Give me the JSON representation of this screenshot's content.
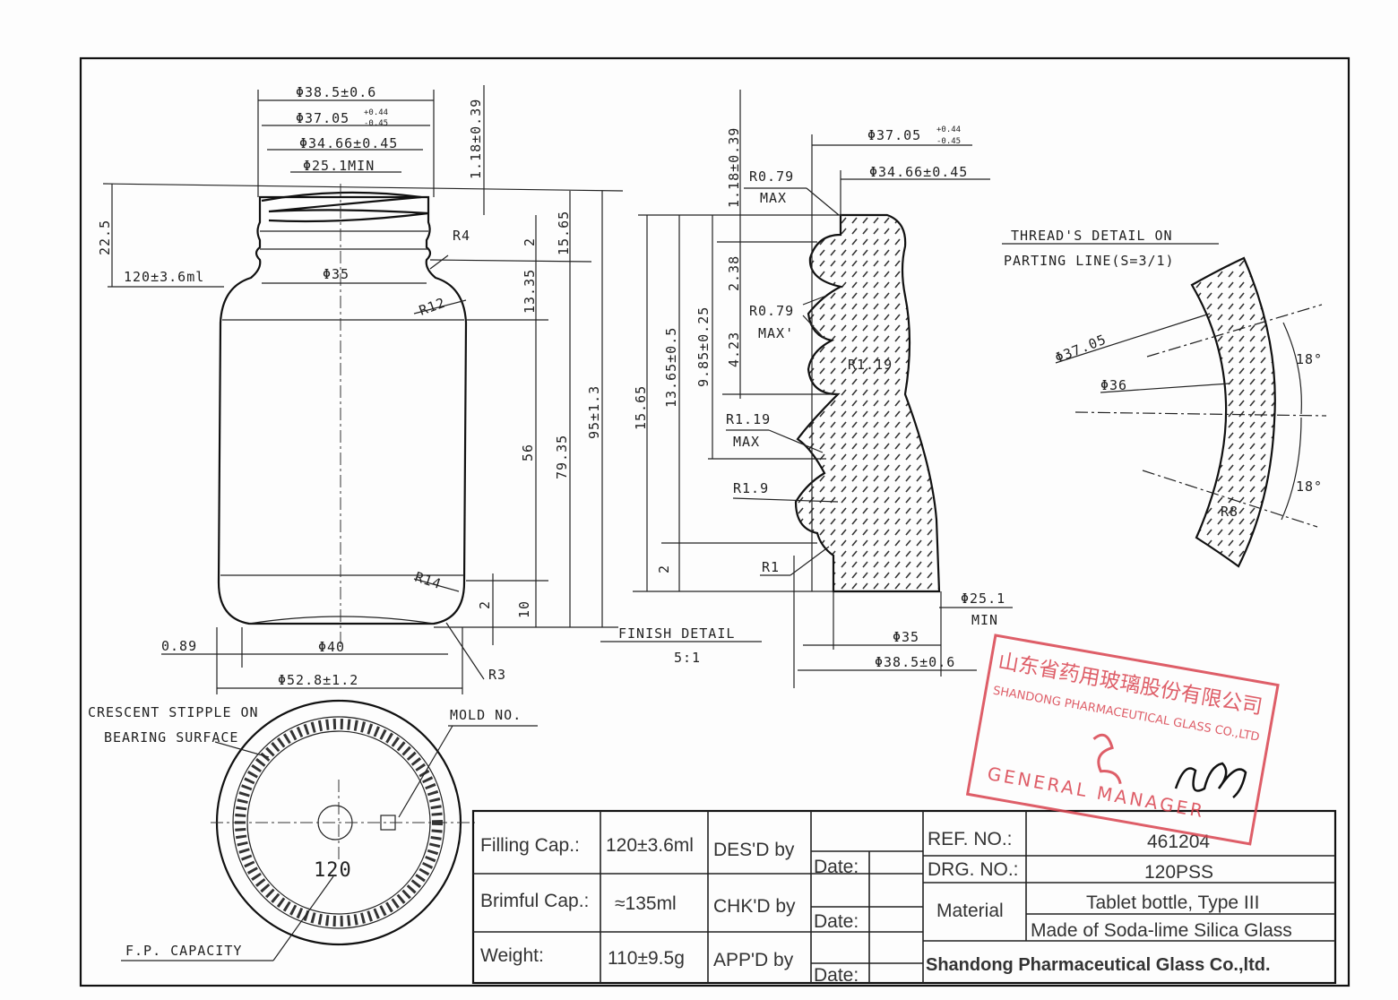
{
  "main_view": {
    "d_38_5": "Φ38.5±0.6",
    "d_37_05": "Φ37.05",
    "d_37_05_tol_up": "+0.44",
    "d_37_05_tol_low": "-0.45",
    "d_34_66": "Φ34.66±0.45",
    "d_25_1": "Φ25.1MIN",
    "h_1_18": "1.18±0.39",
    "h_22_5": "22.5",
    "capacity": "120±3.6ml",
    "d_35": "Φ35",
    "r4": "R4",
    "h_2_top": "2",
    "h_15_65": "15.65",
    "r12": "R12",
    "h_13_35": "13.35",
    "h_56": "56",
    "h_79_35": "79.35",
    "h_95": "95±1.3",
    "r14": "R14",
    "h_2_bottom": "2",
    "h_10": "10",
    "t_0_89": "0.89",
    "d_40": "Φ40",
    "r3": "R3",
    "d_52_8": "Φ52.8±1.2"
  },
  "bottom_view": {
    "crescent_line1": "CRESCENT STIPPLE ON",
    "crescent_line2": "BEARING SURFACE",
    "mold_no": "MOLD NO.",
    "capacity_mark": "120",
    "fp_capacity": "F.P. CAPACITY"
  },
  "finish_detail": {
    "title": "FINISH DETAIL",
    "scale": "5:1",
    "d_37_05": "Φ37.05",
    "d_37_05_tol_up": "+0.44",
    "d_37_05_tol_low": "-0.45",
    "d_34_66": "Φ34.66±0.45",
    "h_1_18": "1.18±0.39",
    "r0_79_a": "R0.79",
    "max_a": "MAX",
    "h_2_38": "2.38",
    "r0_79_b": "R0.79",
    "max_b": "MAX'",
    "h_4_23": "4.23",
    "r1_19_a": "R1.19",
    "r1_19_b": "R1.19",
    "max_c": "MAX",
    "h_9_85": "9.85±0.25",
    "h_13_65": "13.65±0.5",
    "h_15_65": "15.65",
    "r1_9": "R1.9",
    "h_2": "2",
    "r1": "R1",
    "d_25_1": "Φ25.1",
    "min": "MIN",
    "d_35": "Φ35",
    "d_38_5": "Φ38.5±0.6"
  },
  "thread_detail": {
    "title_line1": "THREAD'S DETAIL ON",
    "title_line2": "PARTING LINE(S=3/1)",
    "d_37_05": "Φ37.05",
    "d_36": "Φ36",
    "angle_top": "18°",
    "angle_bottom": "18°",
    "r8": "R8"
  },
  "stamp": {
    "line_cn": "山东省药用玻璃股份有限公司",
    "line_en": "SHANDONG PHARMACEUTICAL GLASS CO.,LTD",
    "role": "GENERAL MANAGER",
    "color": "#d9434f"
  },
  "title_block": {
    "filling_cap_label": "Filling Cap.:",
    "filling_cap_value": "120±3.6ml",
    "desd_by": "DES'D by",
    "brimful_cap_label": "Brimful Cap.:",
    "brimful_cap_value": "≈135ml",
    "chkd_by": "CHK'D by",
    "weight_label": "Weight:",
    "weight_value": "110±9.5g",
    "appd_by": "APP'D by",
    "date_label": "Date:",
    "ref_no_label": "REF. NO.:",
    "ref_no_value": "461204",
    "drg_no_label": "DRG. NO.:",
    "drg_no_value": "120PSS",
    "material_label": "Material",
    "material_line1": "Tablet bottle, Type III",
    "material_line2": "Made of Soda-lime Silica Glass",
    "company": "Shandong Pharmaceutical Glass Co.,ltd."
  }
}
